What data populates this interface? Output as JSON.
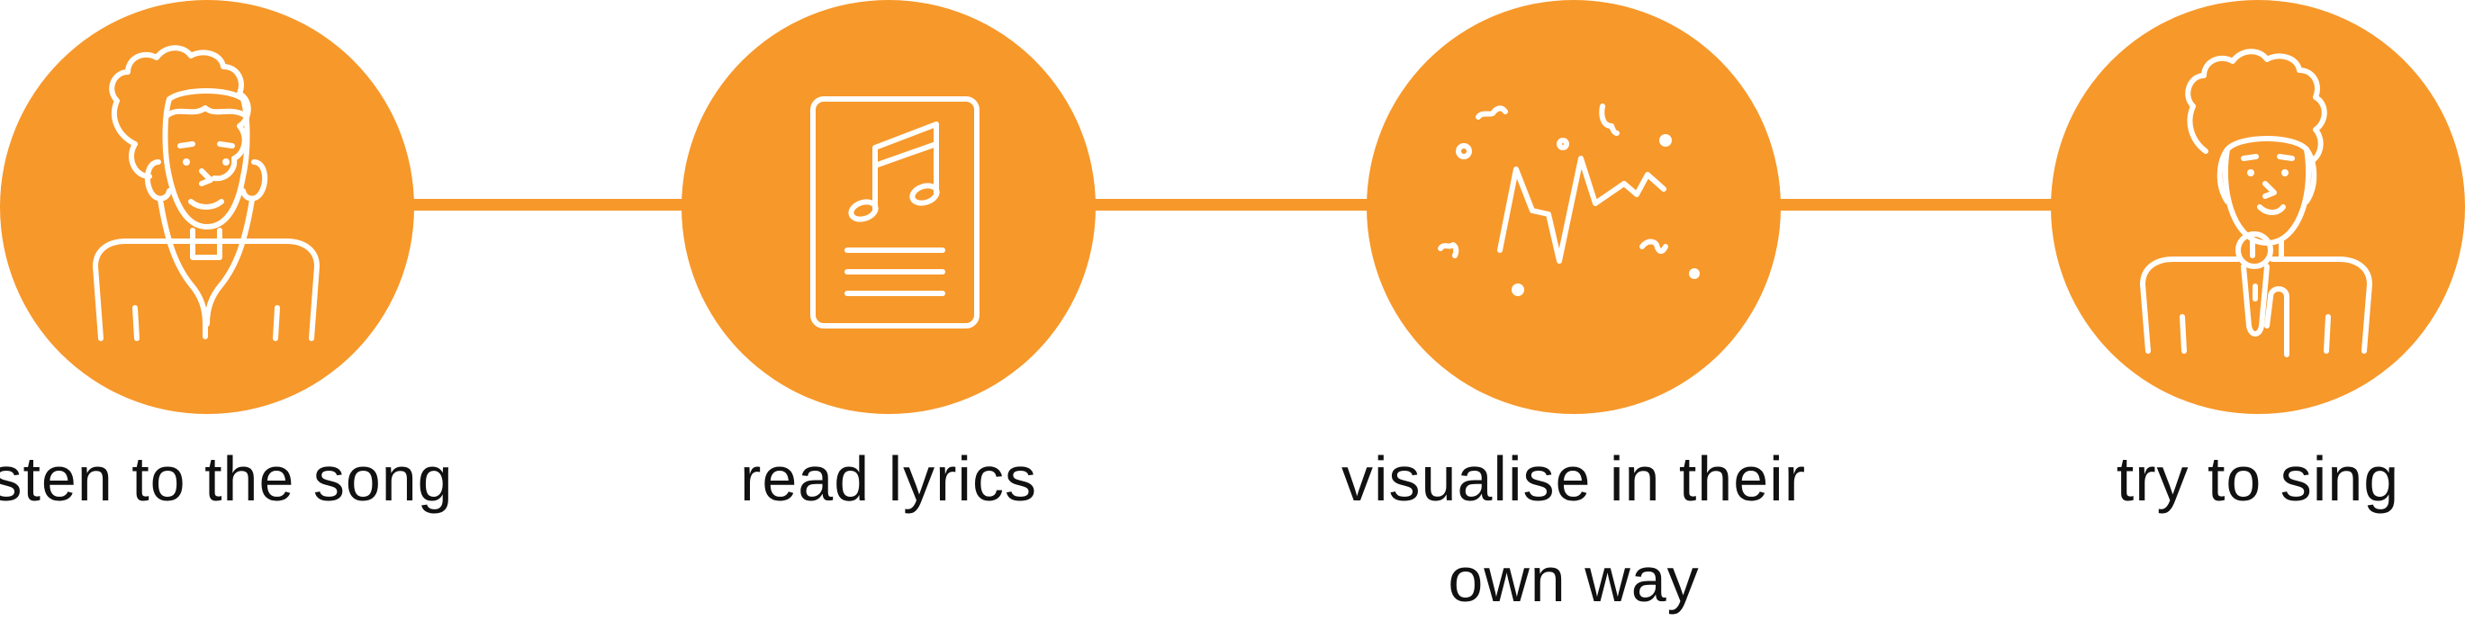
{
  "colors": {
    "accent": "#f7982a",
    "text": "#111111",
    "icon": "#ffffff"
  },
  "steps": [
    {
      "label": "listen to the song",
      "icon": "person-headphones-icon"
    },
    {
      "label": "read lyrics",
      "icon": "lyrics-sheet-icon"
    },
    {
      "label": "visualise in their own way",
      "icon": "sound-wave-icon"
    },
    {
      "label": "try to sing",
      "icon": "person-microphone-icon"
    }
  ]
}
